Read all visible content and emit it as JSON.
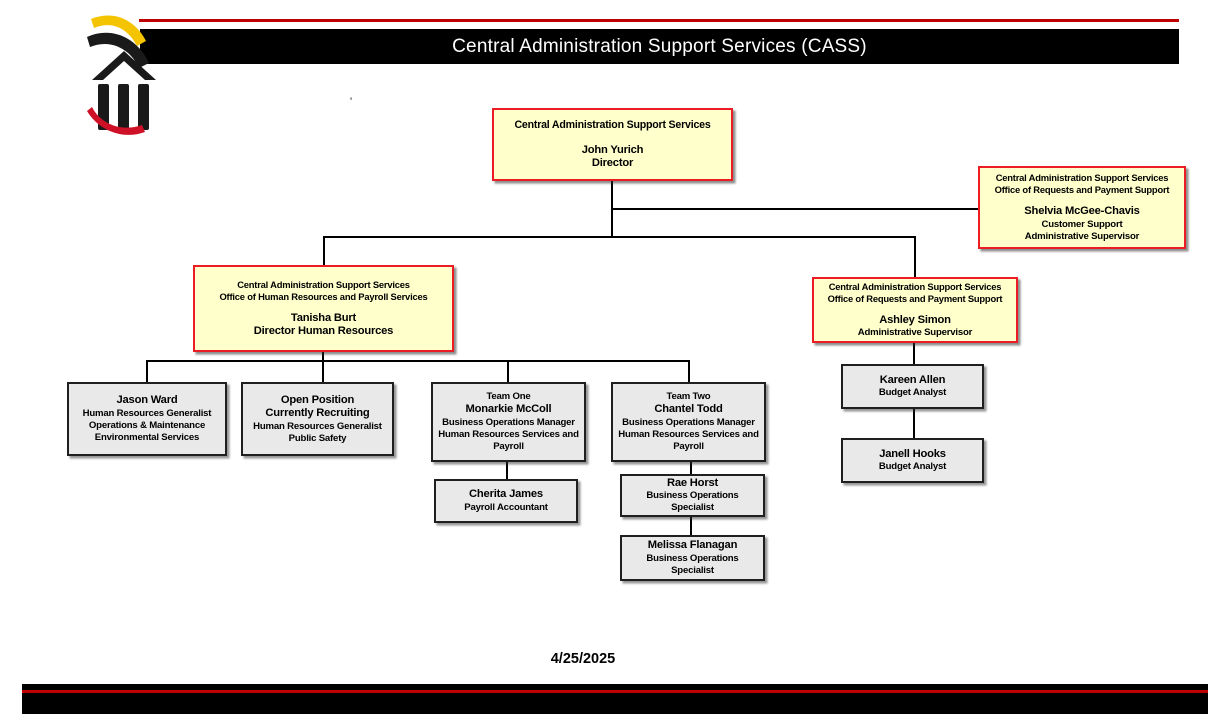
{
  "header": {
    "title": "Central Administration Support Services (CASS)"
  },
  "colors": {
    "accent_red": "#c00000",
    "banner_bg": "#000000",
    "banner_text": "#ffffff",
    "node_yellow_bg": "#ffffcc",
    "node_yellow_border": "#eb1c24",
    "node_gray_bg": "#e9e9e9",
    "node_gray_border": "#1f1f1f",
    "logo_gold": "#f5c400",
    "logo_black": "#1a1a1a",
    "logo_red": "#ce1126"
  },
  "artifacts": {
    "stray_mark": "'"
  },
  "orgchart": {
    "nodes": {
      "director": {
        "style": "yellow",
        "lines": [
          {
            "kind": "dept",
            "text": "Central Administration Support Services"
          },
          {
            "kind": "gap",
            "text": ""
          },
          {
            "kind": "name",
            "text": "John Yurich"
          },
          {
            "kind": "name",
            "text": "Director"
          }
        ]
      },
      "shelvia": {
        "style": "yellow",
        "lines": [
          {
            "kind": "dept",
            "text": "Central Administration Support Services"
          },
          {
            "kind": "dept",
            "text": "Office of Requests and Payment Support"
          },
          {
            "kind": "gap",
            "text": ""
          },
          {
            "kind": "name",
            "text": "Shelvia McGee-Chavis"
          },
          {
            "kind": "role",
            "text": "Customer Support"
          },
          {
            "kind": "role",
            "text": "Administrative Supervisor"
          }
        ]
      },
      "tanisha": {
        "style": "yellow",
        "lines": [
          {
            "kind": "dept",
            "text": "Central Administration Support Services"
          },
          {
            "kind": "dept",
            "text": "Office of Human Resources and Payroll Services"
          },
          {
            "kind": "gap",
            "text": ""
          },
          {
            "kind": "name",
            "text": "Tanisha Burt"
          },
          {
            "kind": "name",
            "text": "Director Human Resources"
          }
        ]
      },
      "ashley": {
        "style": "yellow",
        "lines": [
          {
            "kind": "dept",
            "text": "Central Administration Support Services"
          },
          {
            "kind": "dept",
            "text": "Office of Requests and Payment Support"
          },
          {
            "kind": "gap",
            "text": ""
          },
          {
            "kind": "name",
            "text": "Ashley Simon"
          },
          {
            "kind": "role",
            "text": "Administrative Supervisor"
          }
        ]
      },
      "jason": {
        "style": "gray",
        "lines": [
          {
            "kind": "name",
            "text": "Jason Ward"
          },
          {
            "kind": "role",
            "text": "Human Resources Generalist"
          },
          {
            "kind": "role",
            "text": "Operations & Maintenance"
          },
          {
            "kind": "role",
            "text": "Environmental Services"
          }
        ]
      },
      "open_position": {
        "style": "gray",
        "lines": [
          {
            "kind": "name",
            "text": "Open Position"
          },
          {
            "kind": "name",
            "text": "Currently Recruiting"
          },
          {
            "kind": "role",
            "text": "Human Resources Generalist"
          },
          {
            "kind": "role",
            "text": "Public Safety"
          }
        ]
      },
      "team_one": {
        "style": "gray",
        "lines": [
          {
            "kind": "team",
            "text": "Team One"
          },
          {
            "kind": "name",
            "text": "Monarkie McColl"
          },
          {
            "kind": "role",
            "text": "Business Operations Manager"
          },
          {
            "kind": "role",
            "text": "Human Resources Services and"
          },
          {
            "kind": "role",
            "text": "Payroll"
          }
        ]
      },
      "team_two": {
        "style": "gray",
        "lines": [
          {
            "kind": "team",
            "text": "Team Two"
          },
          {
            "kind": "name",
            "text": "Chantel Todd"
          },
          {
            "kind": "role",
            "text": "Business Operations Manager"
          },
          {
            "kind": "role",
            "text": "Human Resources Services and"
          },
          {
            "kind": "role",
            "text": "Payroll"
          }
        ]
      },
      "cherita": {
        "style": "gray",
        "lines": [
          {
            "kind": "name",
            "text": "Cherita James"
          },
          {
            "kind": "role",
            "text": "Payroll Accountant"
          }
        ]
      },
      "rae": {
        "style": "gray",
        "lines": [
          {
            "kind": "name",
            "text": "Rae Horst"
          },
          {
            "kind": "role",
            "text": "Business Operations"
          },
          {
            "kind": "role",
            "text": "Specialist"
          }
        ]
      },
      "melissa": {
        "style": "gray",
        "lines": [
          {
            "kind": "name",
            "text": "Melissa Flanagan"
          },
          {
            "kind": "role",
            "text": "Business Operations"
          },
          {
            "kind": "role",
            "text": "Specialist"
          }
        ]
      },
      "kareen": {
        "style": "gray",
        "lines": [
          {
            "kind": "name",
            "text": "Kareen Allen"
          },
          {
            "kind": "role",
            "text": "Budget Analyst"
          }
        ]
      },
      "janell": {
        "style": "gray",
        "lines": [
          {
            "kind": "name",
            "text": "Janell Hooks"
          },
          {
            "kind": "role",
            "text": "Budget Analyst"
          }
        ]
      }
    }
  },
  "footer": {
    "date": "4/25/2025"
  }
}
